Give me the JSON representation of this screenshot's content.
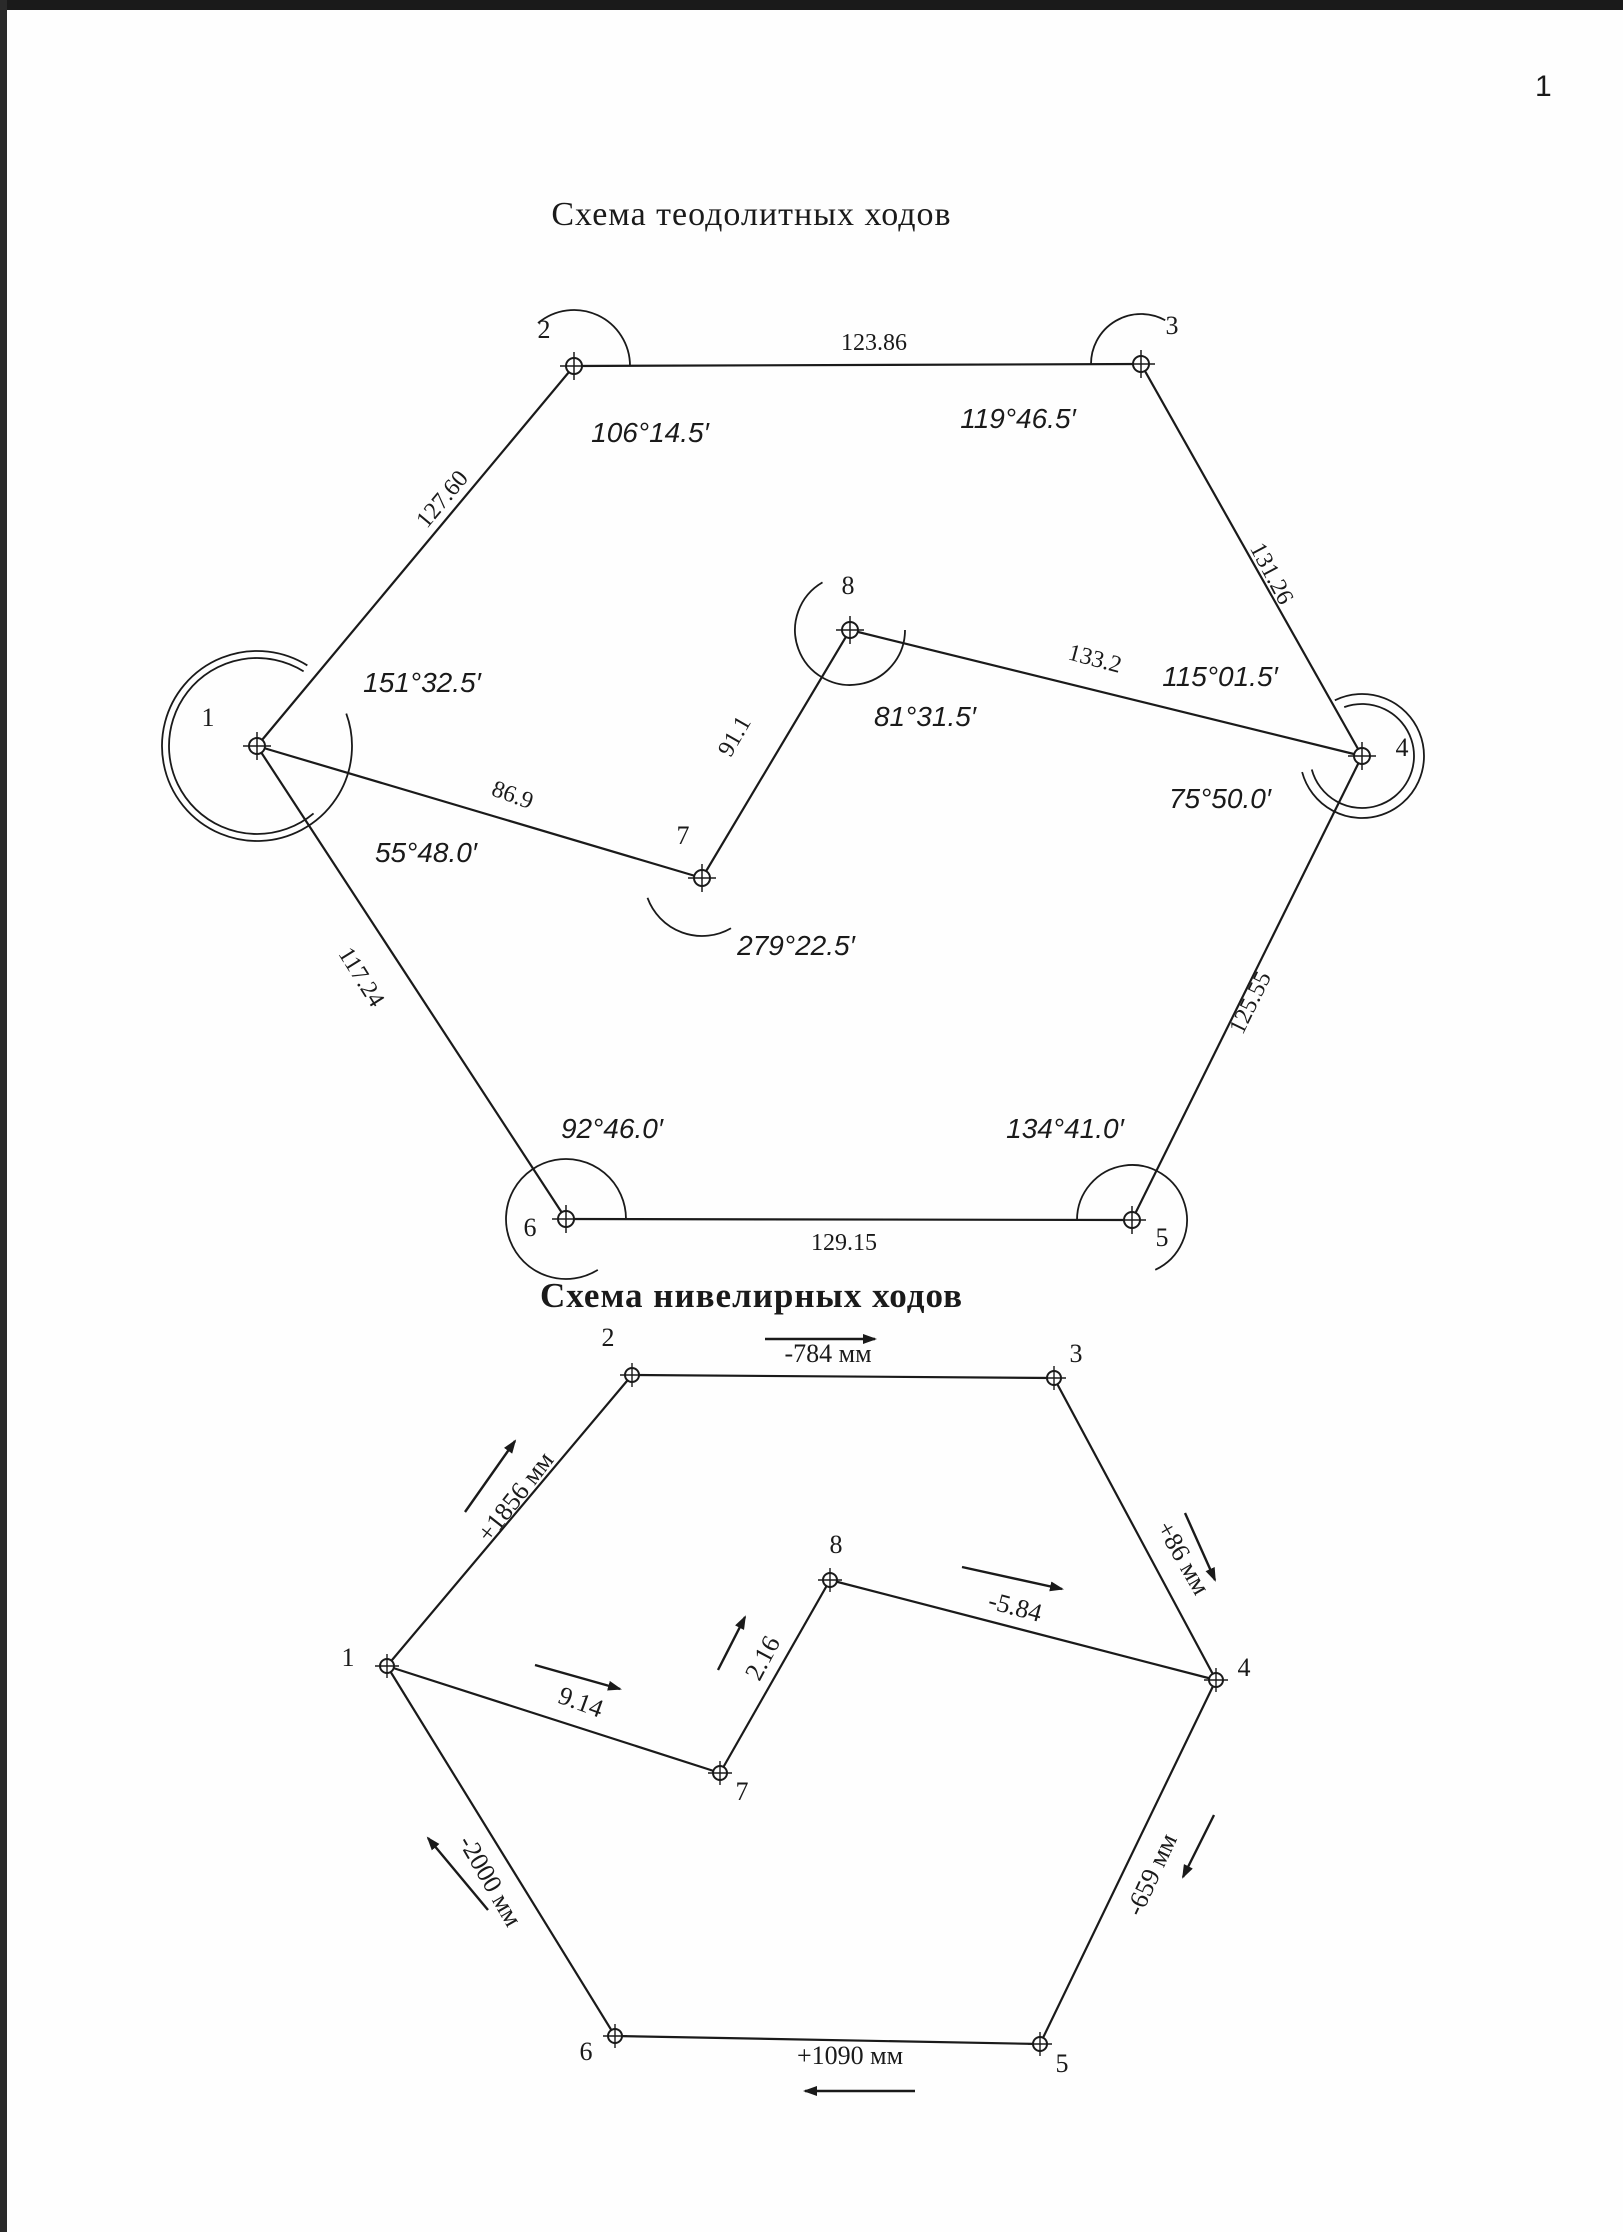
{
  "page_mark": "1",
  "theodolite": {
    "title": "Схема теодолитных ходов",
    "stations": [
      {
        "id": "1",
        "label": "1"
      },
      {
        "id": "2",
        "label": "2"
      },
      {
        "id": "3",
        "label": "3"
      },
      {
        "id": "4",
        "label": "4"
      },
      {
        "id": "5",
        "label": "5"
      },
      {
        "id": "6",
        "label": "6"
      },
      {
        "id": "7",
        "label": "7"
      },
      {
        "id": "8",
        "label": "8"
      }
    ],
    "sides": [
      {
        "from": "1",
        "to": "2",
        "length": "127.60"
      },
      {
        "from": "2",
        "to": "3",
        "length": "123.86"
      },
      {
        "from": "3",
        "to": "4",
        "length": "131.26"
      },
      {
        "from": "4",
        "to": "5",
        "length": "125.55"
      },
      {
        "from": "5",
        "to": "6",
        "length": "129.15"
      },
      {
        "from": "6",
        "to": "1",
        "length": "117.24"
      },
      {
        "from": "1",
        "to": "7",
        "length": "86.9"
      },
      {
        "from": "7",
        "to": "8",
        "length": "91.1"
      },
      {
        "from": "8",
        "to": "4",
        "length": "133.2"
      }
    ],
    "angles": [
      {
        "station": "2",
        "value": "106°14.5′"
      },
      {
        "station": "3",
        "value": "119°46.5′"
      },
      {
        "station": "1",
        "value": "151°32.5′"
      },
      {
        "station": "1",
        "value": "55°48.0′"
      },
      {
        "station": "8",
        "value": "81°31.5′"
      },
      {
        "station": "4",
        "value": "115°01.5′"
      },
      {
        "station": "4",
        "value": "75°50.0′"
      },
      {
        "station": "7",
        "value": "279°22.5′"
      },
      {
        "station": "6",
        "value": "92°46.0′"
      },
      {
        "station": "5",
        "value": "134°41.0′"
      }
    ]
  },
  "leveling": {
    "title": "Схема нивелирных ходов",
    "stations": [
      {
        "id": "1",
        "label": "1"
      },
      {
        "id": "2",
        "label": "2"
      },
      {
        "id": "3",
        "label": "3"
      },
      {
        "id": "4",
        "label": "4"
      },
      {
        "id": "5",
        "label": "5"
      },
      {
        "id": "6",
        "label": "6"
      },
      {
        "id": "7",
        "label": "7"
      },
      {
        "id": "8",
        "label": "8"
      }
    ],
    "sections": [
      {
        "from": "1",
        "to": "2",
        "value": "+1856 мм"
      },
      {
        "from": "2",
        "to": "3",
        "value": "-784 мм"
      },
      {
        "from": "3",
        "to": "4",
        "value": "+86 мм"
      },
      {
        "from": "4",
        "to": "5",
        "value": "-659 мм"
      },
      {
        "from": "5",
        "to": "6",
        "value": "+1090 мм"
      },
      {
        "from": "6",
        "to": "1",
        "value": "-2000 мм"
      },
      {
        "from": "1",
        "to": "7",
        "value": "9.14"
      },
      {
        "from": "7",
        "to": "8",
        "value": "2.16"
      },
      {
        "from": "8",
        "to": "4",
        "value": "-5.84"
      }
    ]
  }
}
